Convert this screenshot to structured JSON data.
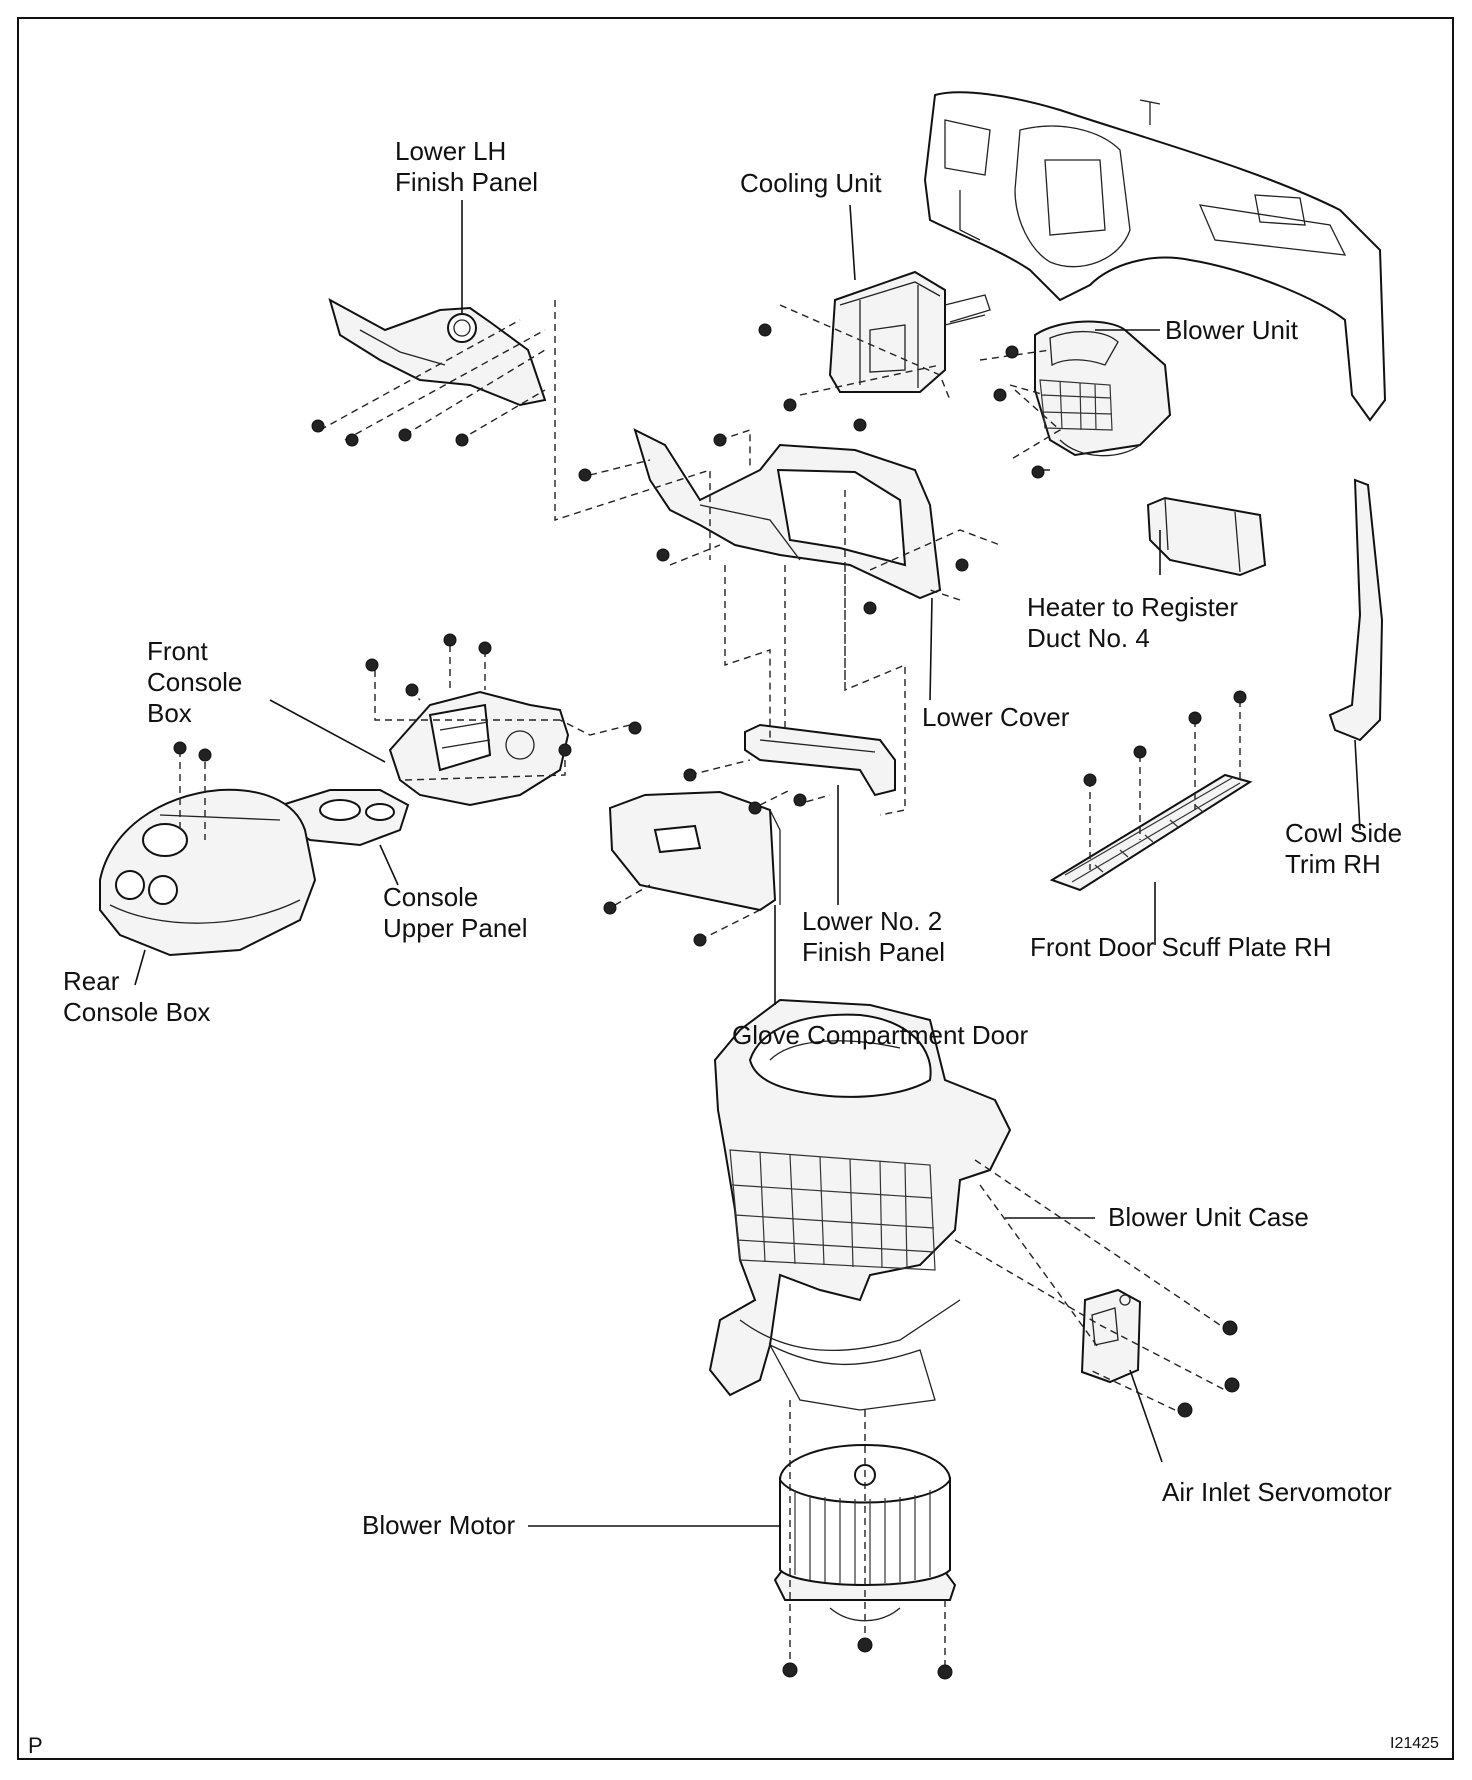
{
  "diagram": {
    "labels": {
      "lower_lh_finish_panel": "Lower LH\nFinish Panel",
      "cooling_unit": "Cooling Unit",
      "blower_unit": "Blower Unit",
      "heater_to_register_duct_no4": "Heater to Register\nDuct No. 4",
      "front_console_box": "Front\nConsole\nBox",
      "lower_cover": "Lower Cover",
      "cowl_side_trim_rh": "Cowl Side\nTrim RH",
      "console_upper_panel": "Console\nUpper Panel",
      "lower_no2_finish_panel": "Lower No. 2\nFinish Panel",
      "front_door_scuff_plate_rh": "Front Door Scuff Plate RH",
      "rear_console_box": "Rear\nConsole Box",
      "glove_compartment_door": "Glove Compartment Door",
      "blower_unit_case": "Blower Unit Case",
      "air_inlet_servomotor": "Air Inlet Servomotor",
      "blower_motor": "Blower Motor"
    },
    "corner_mark": "P",
    "figure_id": "I21425"
  }
}
